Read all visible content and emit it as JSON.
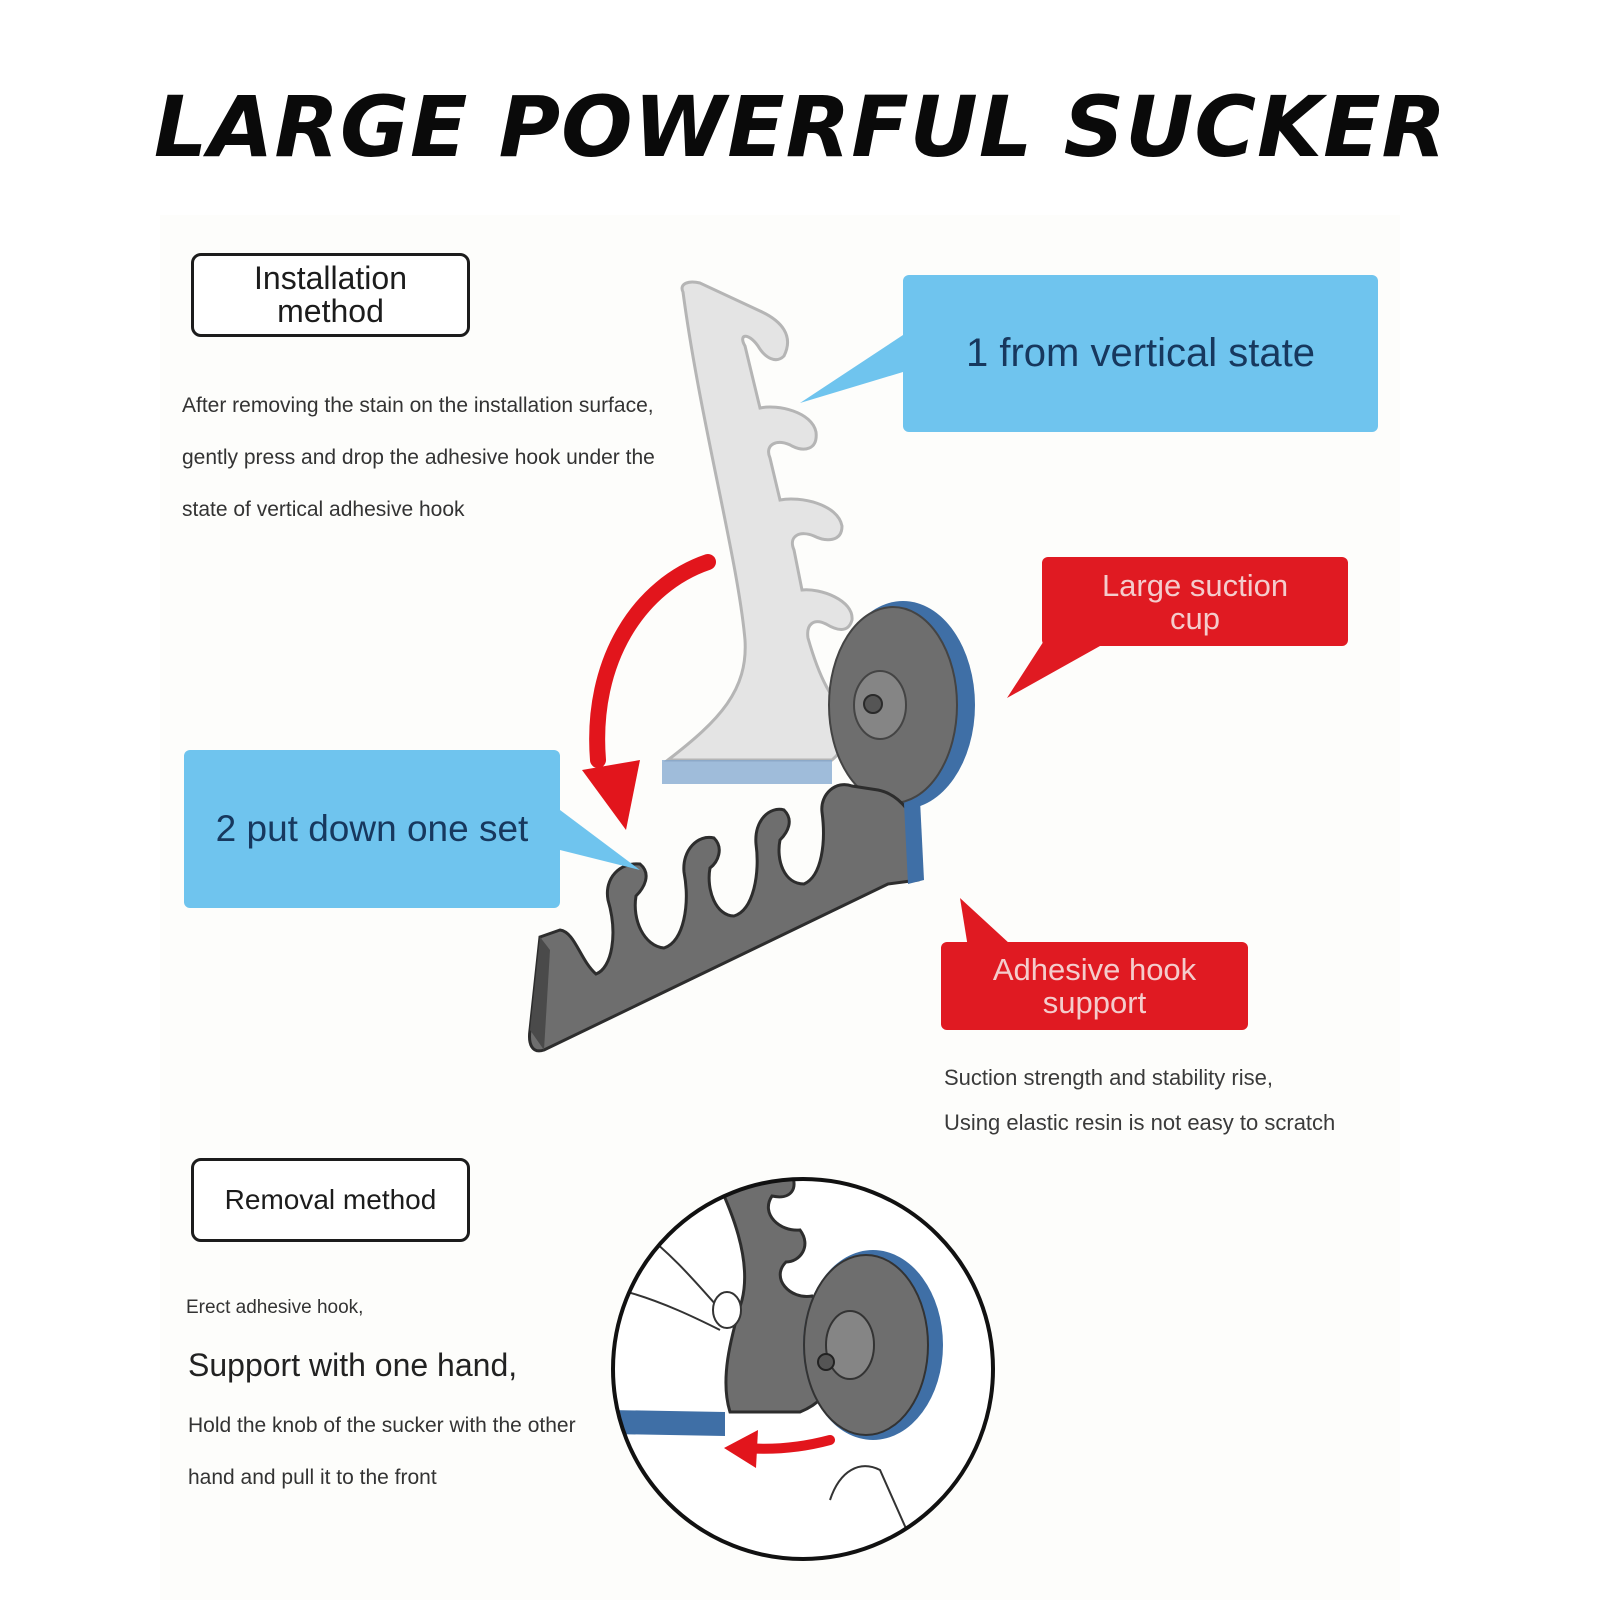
{
  "headline": "LARGE POWERFUL SUCKER",
  "installation": {
    "label": "Installation method",
    "text": "After removing the stain on the installation surface, gently press and drop the adhesive hook under the state of vertical adhesive hook"
  },
  "callouts": {
    "step1": "1 from vertical state",
    "step2": "2 put down one set",
    "suction_cup": "Large suction cup",
    "hook_support": "Adhesive hook support"
  },
  "suction_note": {
    "line1": "Suction strength and stability rise,",
    "line2": "Using elastic resin is not easy to scratch"
  },
  "removal": {
    "label": "Removal method",
    "line1": "Erect adhesive hook,",
    "line2": "Support with one hand,",
    "line3": "Hold the knob of the sucker with the other hand and pull it to the front"
  },
  "colors": {
    "blue_callout": "#6fc4ee",
    "red_callout": "#e01a22",
    "arrow_red": "#e2151c",
    "hook_gray": "#6e6e6e",
    "hook_light": "#e4e4e4",
    "cup_blue": "#3f6fa6"
  }
}
